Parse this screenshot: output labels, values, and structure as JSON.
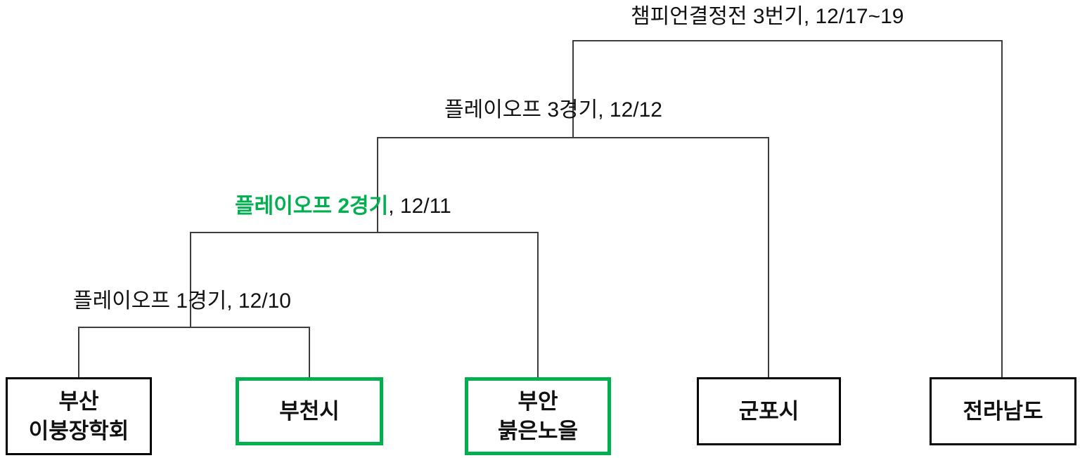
{
  "rounds": [
    {
      "title": "플레이오프 1경기",
      "date": ", 12/10",
      "highlight": false
    },
    {
      "title": "플레이오프 2경기",
      "date": ", 12/11",
      "highlight": true
    },
    {
      "title": "플레이오프 3경기",
      "date": ", 12/12",
      "highlight": false
    },
    {
      "title": "챔피언결정전 3번기",
      "date": ", 12/17~19",
      "highlight": false
    }
  ],
  "teams": [
    {
      "lines": [
        "부산",
        "이붕장학회"
      ],
      "highlight": false
    },
    {
      "lines": [
        "부천시"
      ],
      "highlight": true
    },
    {
      "lines": [
        "부안",
        "붉은노을"
      ],
      "highlight": true
    },
    {
      "lines": [
        "군포시"
      ],
      "highlight": false
    },
    {
      "lines": [
        "전라남도"
      ],
      "highlight": false
    }
  ],
  "colors": {
    "highlight": "#00b050",
    "line": "#3d3d3d",
    "box_border": "#000000",
    "text": "#111111",
    "background": "#ffffff"
  }
}
